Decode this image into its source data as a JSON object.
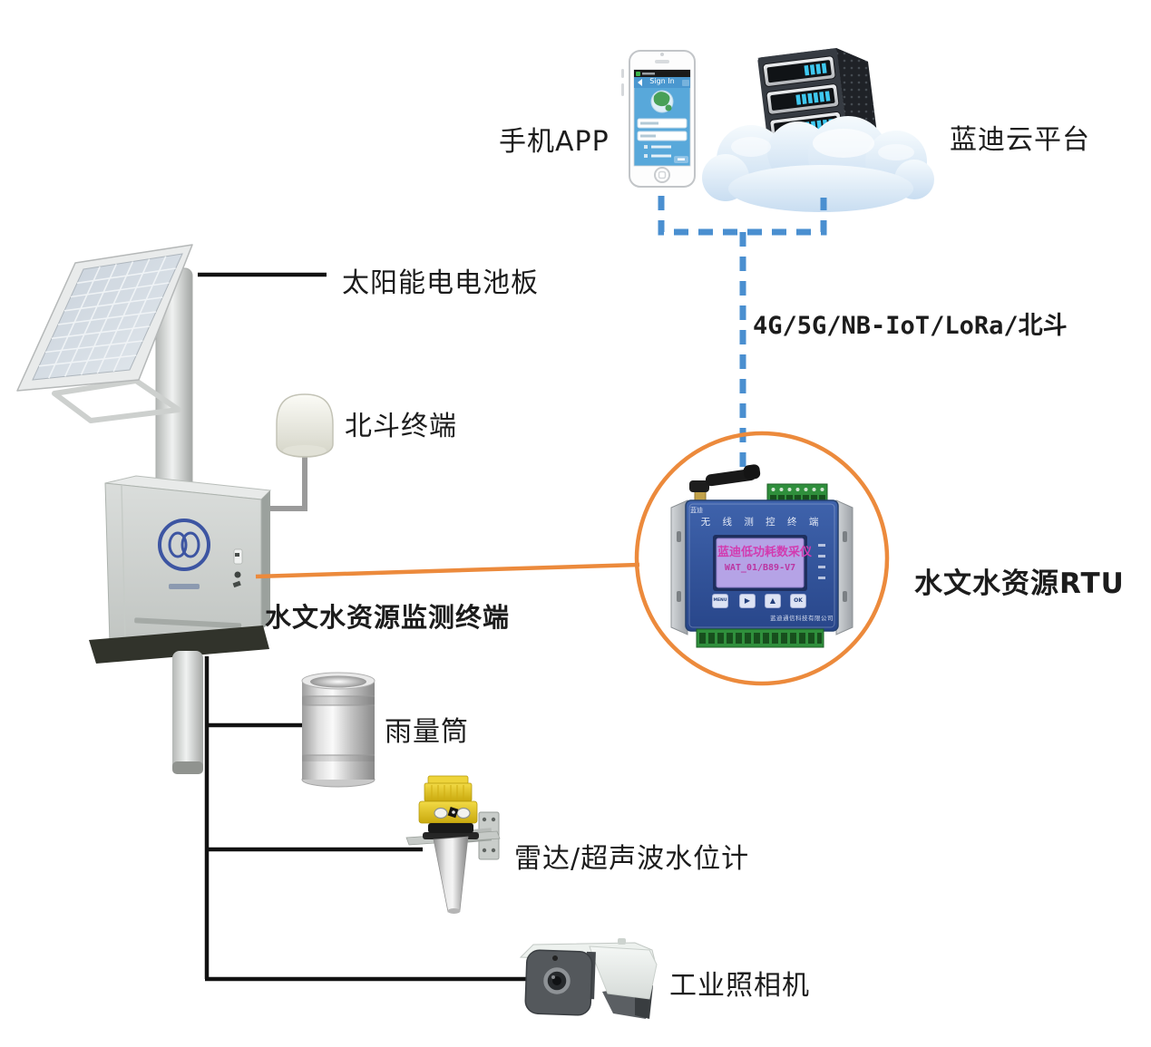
{
  "labels": {
    "phone_app": "手机APP",
    "cloud_platform": "蓝迪云平台",
    "comm_link": "4G/5G/NB-IoT/LoRa/北斗",
    "solar_panel": "太阳能电电池板",
    "beidou_terminal": "北斗终端",
    "monitor_terminal": "水文水资源监测终端",
    "rtu_label": "水文水资源RTU",
    "rain_gauge": "雨量筒",
    "radar_level_gauge": "雷达/超声波水位计",
    "industrial_camera": "工业照相机"
  },
  "phone_screen": {
    "title": "Sign In"
  },
  "rtu_device": {
    "header": "无 线 测 控 终 端",
    "brand": "蓝迪",
    "lcd_line1": "蓝迪低功耗数采仪",
    "lcd_line2": "WAT_01/B89-V7",
    "buttons": [
      "MENU",
      "▶",
      "▲",
      "OK"
    ],
    "company": "蓝迪通信科技有限公司"
  },
  "colors": {
    "link_blue": "#4a8fd0",
    "accent_orange": "#ec8a3c",
    "line_black": "#121212",
    "rtu_body_blue": "#33549d",
    "lcd_purple": "#b5a3e6",
    "lcd_text_magenta": "#cf3cae",
    "terminal_green": "#2f8f3c",
    "led_cyan": "#3ec8f0",
    "cloud_light_blue": "#d9e8f6",
    "radar_yellow": "#e8c92a"
  }
}
